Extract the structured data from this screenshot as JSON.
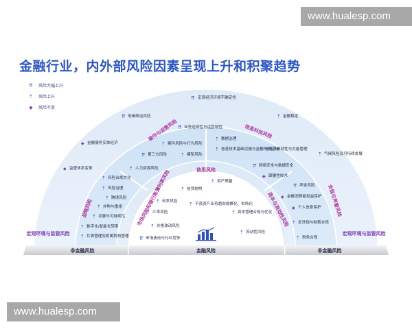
{
  "watermark": "www.hualesp.com",
  "title": "金融行业，内外部风险因素呈现上升和积聚趋势",
  "legend": [
    {
      "symbol": "⇈",
      "label": "风险大幅上升",
      "color": "#2d4fc7"
    },
    {
      "symbol": "⇡",
      "label": "风险上升",
      "color": "#2d4fc7"
    },
    {
      "symbol": "◆",
      "label": "风险不变",
      "color": "#8b3bc6"
    }
  ],
  "outer_top": "宏观经济环境不确定性",
  "outer_items": [
    "地缘政治风险",
    "金融稳定",
    "金融服务实体经济",
    "气候风险及可持续发展",
    "监管体系变革"
  ],
  "segments": [
    "操作与运营风险",
    "信息科技风险",
    "战略风险",
    "合规与声誉风险",
    "市场风险和银行账簿利率风险",
    "信用风险",
    "资本与流动性风险"
  ],
  "corner_labels": [
    "宏观环境与监管风险",
    "宏观环境与监管风险"
  ],
  "ring3_items": [
    "业务连续性与运营韧性",
    "案件风险与行为风险",
    "第三方风险",
    "模型风险",
    "数据治理",
    "信息技术基础设施与金融科技应用",
    "信息系统韧性与灾备管理",
    "网络安全与数据安全",
    "颠覆性技术",
    "人力资源风险"
  ],
  "ring2_left": [
    "风险合规文化",
    "风险治理",
    "跨境风险",
    "并购与重组",
    "发展与可持续性",
    "数字化/智能化转型",
    "并表管理及附属机构管理"
  ],
  "ring2_right": [
    "声誉风险",
    "金融消费者权益保护",
    "个人信息保护",
    "反洗钱与制裁合规",
    "税务合规"
  ],
  "ring1_items": [
    "资产质量",
    "信贷结构",
    "利率风险",
    "汇率风险",
    "价格波动风险",
    "市场波动与行业竞争",
    "不良资产业务趋向规模化、市场化",
    "资本管理合规与优化",
    "流动性风险"
  ],
  "bottom": [
    "非金融风险",
    "金融风险",
    "非金融风险"
  ]
}
